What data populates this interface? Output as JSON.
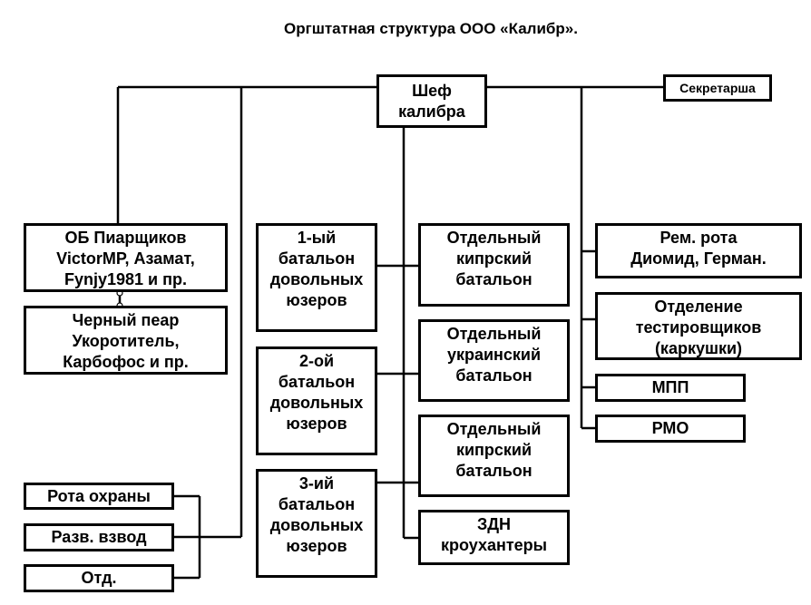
{
  "title": "Оргштатная структура ООО «Калибр».",
  "chief": [
    "Шеф",
    "калибра"
  ],
  "secretary": "Секретарша",
  "pr_unit": [
    "ОБ Пиарщиков",
    "VictorMP, Азамат,",
    "Fynjy1981 и пр."
  ],
  "black_pr": [
    "Черный пеар",
    "Укоротитель,",
    "Карбофос и пр."
  ],
  "battalions": [
    [
      "1-ый",
      "батальон",
      "довольных",
      "юзеров"
    ],
    [
      "2-ой",
      "батальон",
      "довольных",
      "юзеров"
    ],
    [
      "3-ий",
      "батальон",
      "довольных",
      "юзеров"
    ]
  ],
  "separate_units": [
    [
      "Отдельный",
      "кипрский",
      "батальон"
    ],
    [
      "Отдельный",
      "украинский",
      "батальон"
    ],
    [
      "Отдельный",
      "кипрский",
      "батальон"
    ],
    [
      "ЗДН",
      "кроухантеры"
    ]
  ],
  "right_units": [
    [
      "Рем. рота",
      "Диомид, Герман."
    ],
    [
      "Отделение",
      "тестировщиков",
      "(каркушки)"
    ],
    [
      "МПП"
    ],
    [
      "РМО"
    ]
  ],
  "guard_units": [
    "Рота охраны",
    "Разв. взвод",
    "Отд."
  ]
}
